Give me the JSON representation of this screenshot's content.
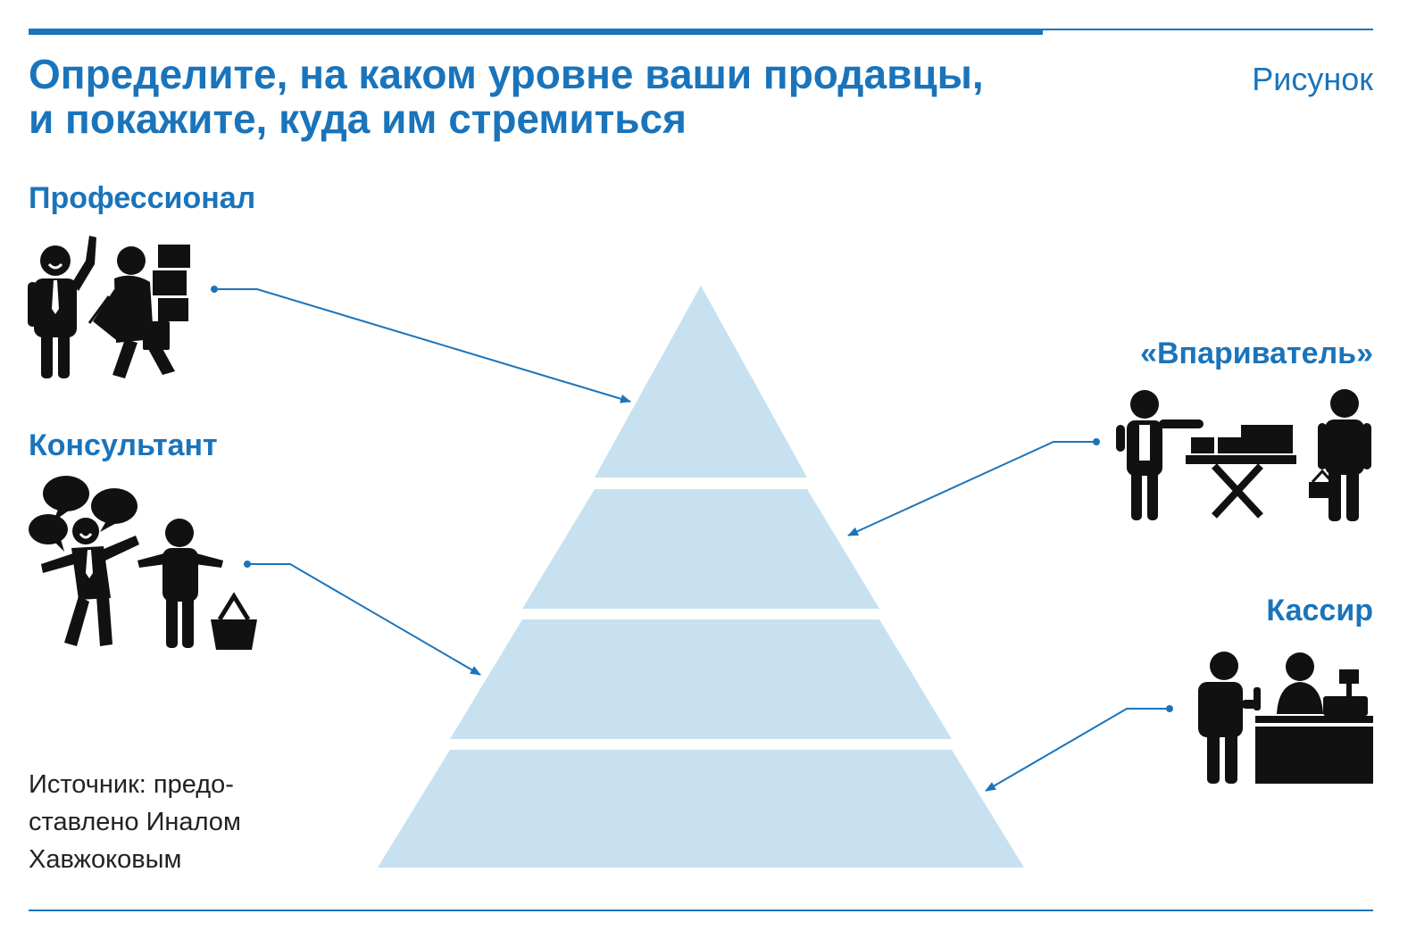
{
  "header": {
    "title_line1": "Определите, на каком уровне ваши продавцы,",
    "title_line2": "и покажите, куда им стремиться",
    "figure_label": "Рисунок"
  },
  "levels": [
    {
      "label": "Профессионал",
      "tier": 1
    },
    {
      "label": "«Впариватель»",
      "tier": 2
    },
    {
      "label": "Консультант",
      "tier": 3
    },
    {
      "label": "Кассир",
      "tier": 4
    }
  ],
  "source": {
    "line1": "Источник: предо-",
    "line2": "ставлено Иналом",
    "line3": "Хавжоковым"
  },
  "colors": {
    "accent": "#1a74bb",
    "pyramid_fill": "#c7e1f0",
    "icon": "#111111"
  }
}
